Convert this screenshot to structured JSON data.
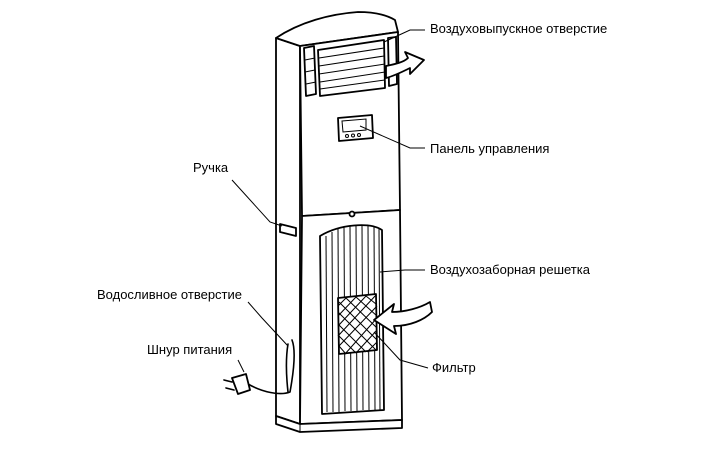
{
  "labels": {
    "air_outlet": "Воздуховыпускное отверстие",
    "control_panel": "Панель управления",
    "handle": "Ручка",
    "air_intake_grille": "Воздухозаборная решетка",
    "drain_hole": "Водосливное отверстие",
    "power_cord": "Шнур питания",
    "filter": "Фильтр"
  }
}
